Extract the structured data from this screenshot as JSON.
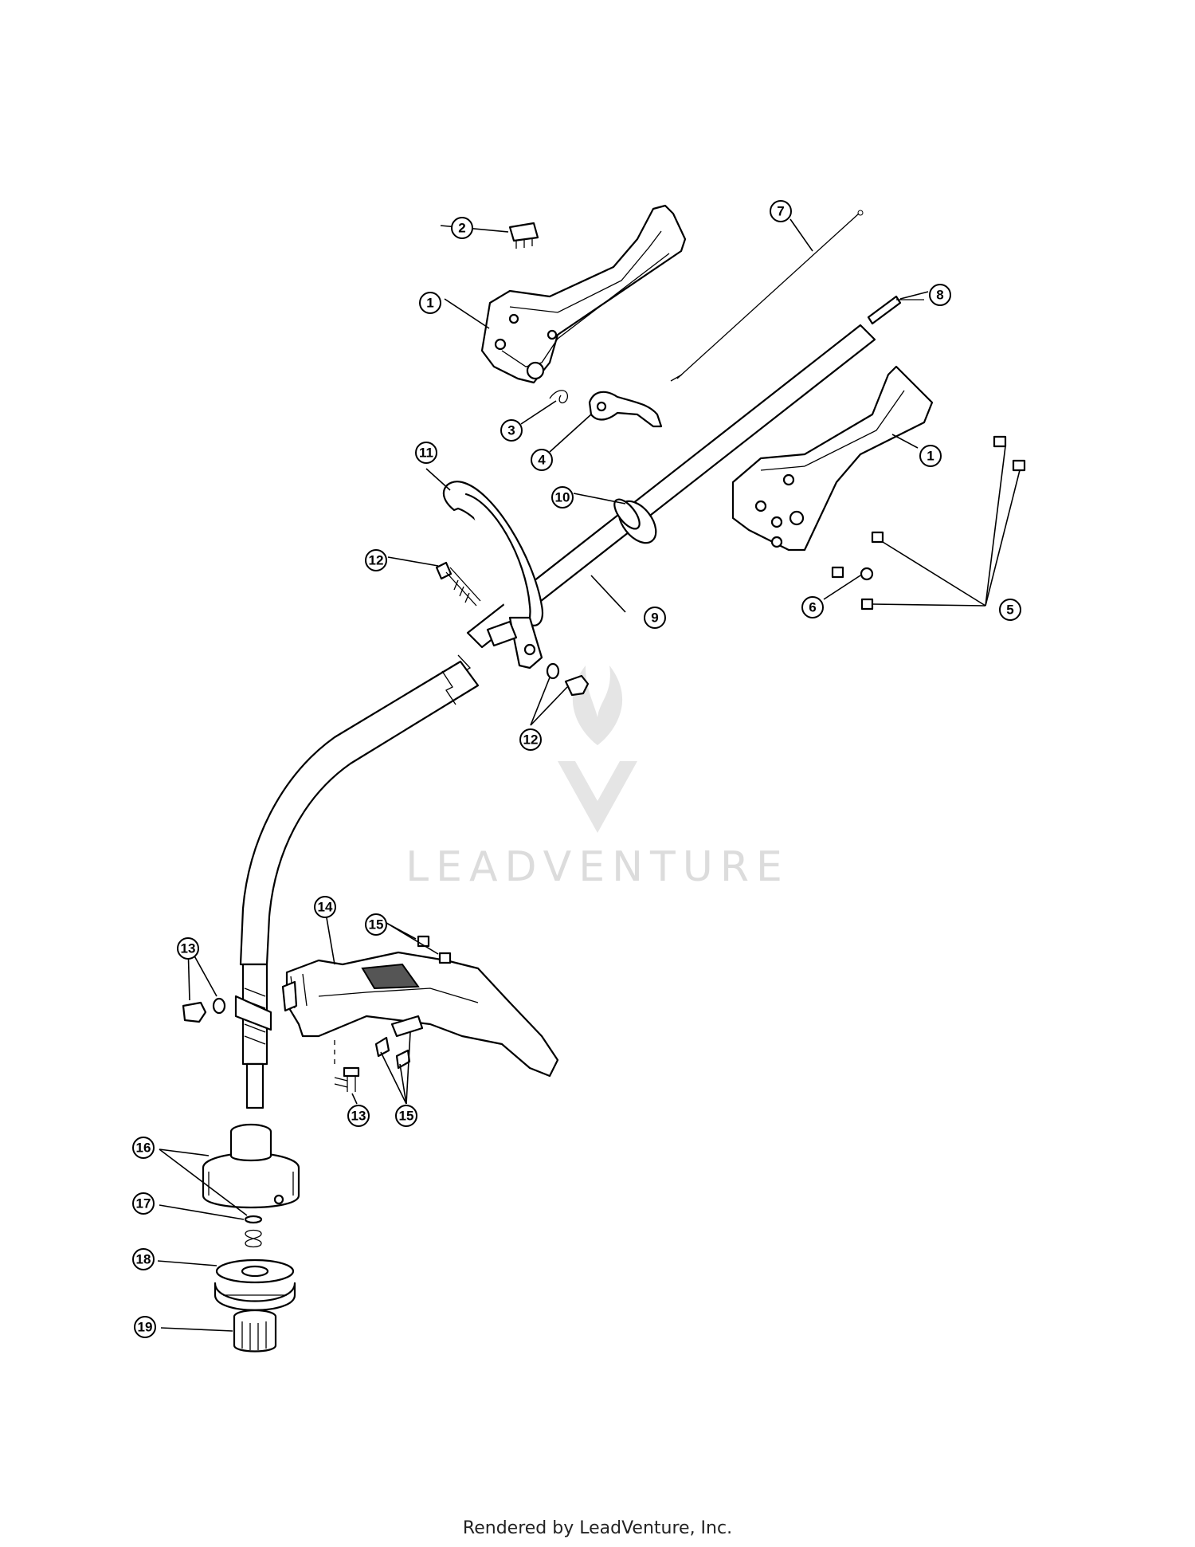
{
  "callouts": [
    {
      "id": "1a",
      "label": "1"
    },
    {
      "id": "2",
      "label": "2"
    },
    {
      "id": "3",
      "label": "3"
    },
    {
      "id": "4",
      "label": "4"
    },
    {
      "id": "7",
      "label": "7"
    },
    {
      "id": "8",
      "label": "8"
    },
    {
      "id": "1b",
      "label": "1"
    },
    {
      "id": "5",
      "label": "5"
    },
    {
      "id": "6",
      "label": "6"
    },
    {
      "id": "9",
      "label": "9"
    },
    {
      "id": "10",
      "label": "10"
    },
    {
      "id": "11",
      "label": "11"
    },
    {
      "id": "12a",
      "label": "12"
    },
    {
      "id": "12b",
      "label": "12"
    },
    {
      "id": "13a",
      "label": "13"
    },
    {
      "id": "13b",
      "label": "13"
    },
    {
      "id": "14",
      "label": "14"
    },
    {
      "id": "15a",
      "label": "15"
    },
    {
      "id": "15b",
      "label": "15"
    },
    {
      "id": "16",
      "label": "16"
    },
    {
      "id": "17",
      "label": "17"
    },
    {
      "id": "18",
      "label": "18"
    },
    {
      "id": "19",
      "label": "19"
    }
  ],
  "watermark": {
    "text": "LEADVENTURE"
  },
  "footer": {
    "text": "Rendered by LeadVenture, Inc."
  }
}
